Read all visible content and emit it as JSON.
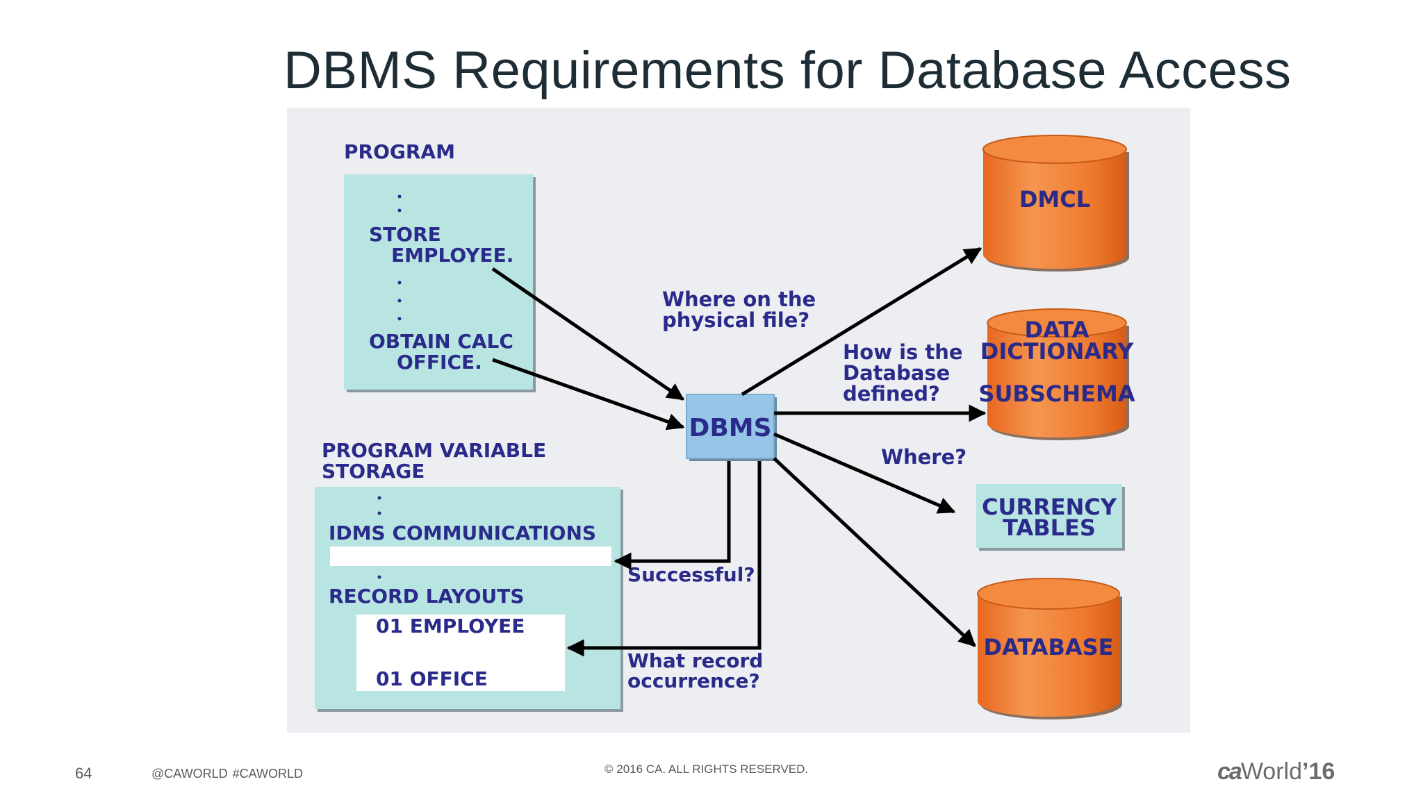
{
  "slide": {
    "title": "DBMS Requirements for Database Access"
  },
  "diagram": {
    "program": {
      "heading": "PROGRAM",
      "lines": [
        "STORE",
        "EMPLOYEE.",
        "OBTAIN CALC",
        "OFFICE."
      ]
    },
    "variable_storage": {
      "heading_line1": "PROGRAM VARIABLE",
      "heading_line2": "STORAGE",
      "comm_label": "IDMS COMMUNICATIONS",
      "record_label": "RECORD LAYOUTS",
      "record1": "01 EMPLOYEE",
      "record2": "01 OFFICE"
    },
    "dbms_label": "DBMS",
    "question_physical_1": "Where on the",
    "question_physical_2": "physical file?",
    "question_defined_1": "How is the",
    "question_defined_2": "Database",
    "question_defined_3": "defined?",
    "question_where": "Where?",
    "question_success": "Successful?",
    "question_occurrence_1": "What record",
    "question_occurrence_2": "occurrence?",
    "dmcl_label": "DMCL",
    "dictionary_line1": "DATA",
    "dictionary_line2": "DICTIONARY",
    "dictionary_line3": "SUBSCHEMA",
    "currency_line1": "CURRENCY",
    "currency_line2": "TABLES",
    "database_label": "DATABASE",
    "colors": {
      "panel_bg": "#eceef2",
      "box_fill": "#b8e4e2",
      "dbms_fill": "#96c5e8",
      "cylinder": "#f07a30",
      "text": "#2a2a8a"
    }
  },
  "footer": {
    "page_number": "64",
    "social": "@CAWORLD   #CAWORLD",
    "copyright": "© 2016 CA. ALL RIGHTS RESERVED.",
    "logo_ca": "ca",
    "logo_world": "World",
    "logo_year": "’16"
  }
}
